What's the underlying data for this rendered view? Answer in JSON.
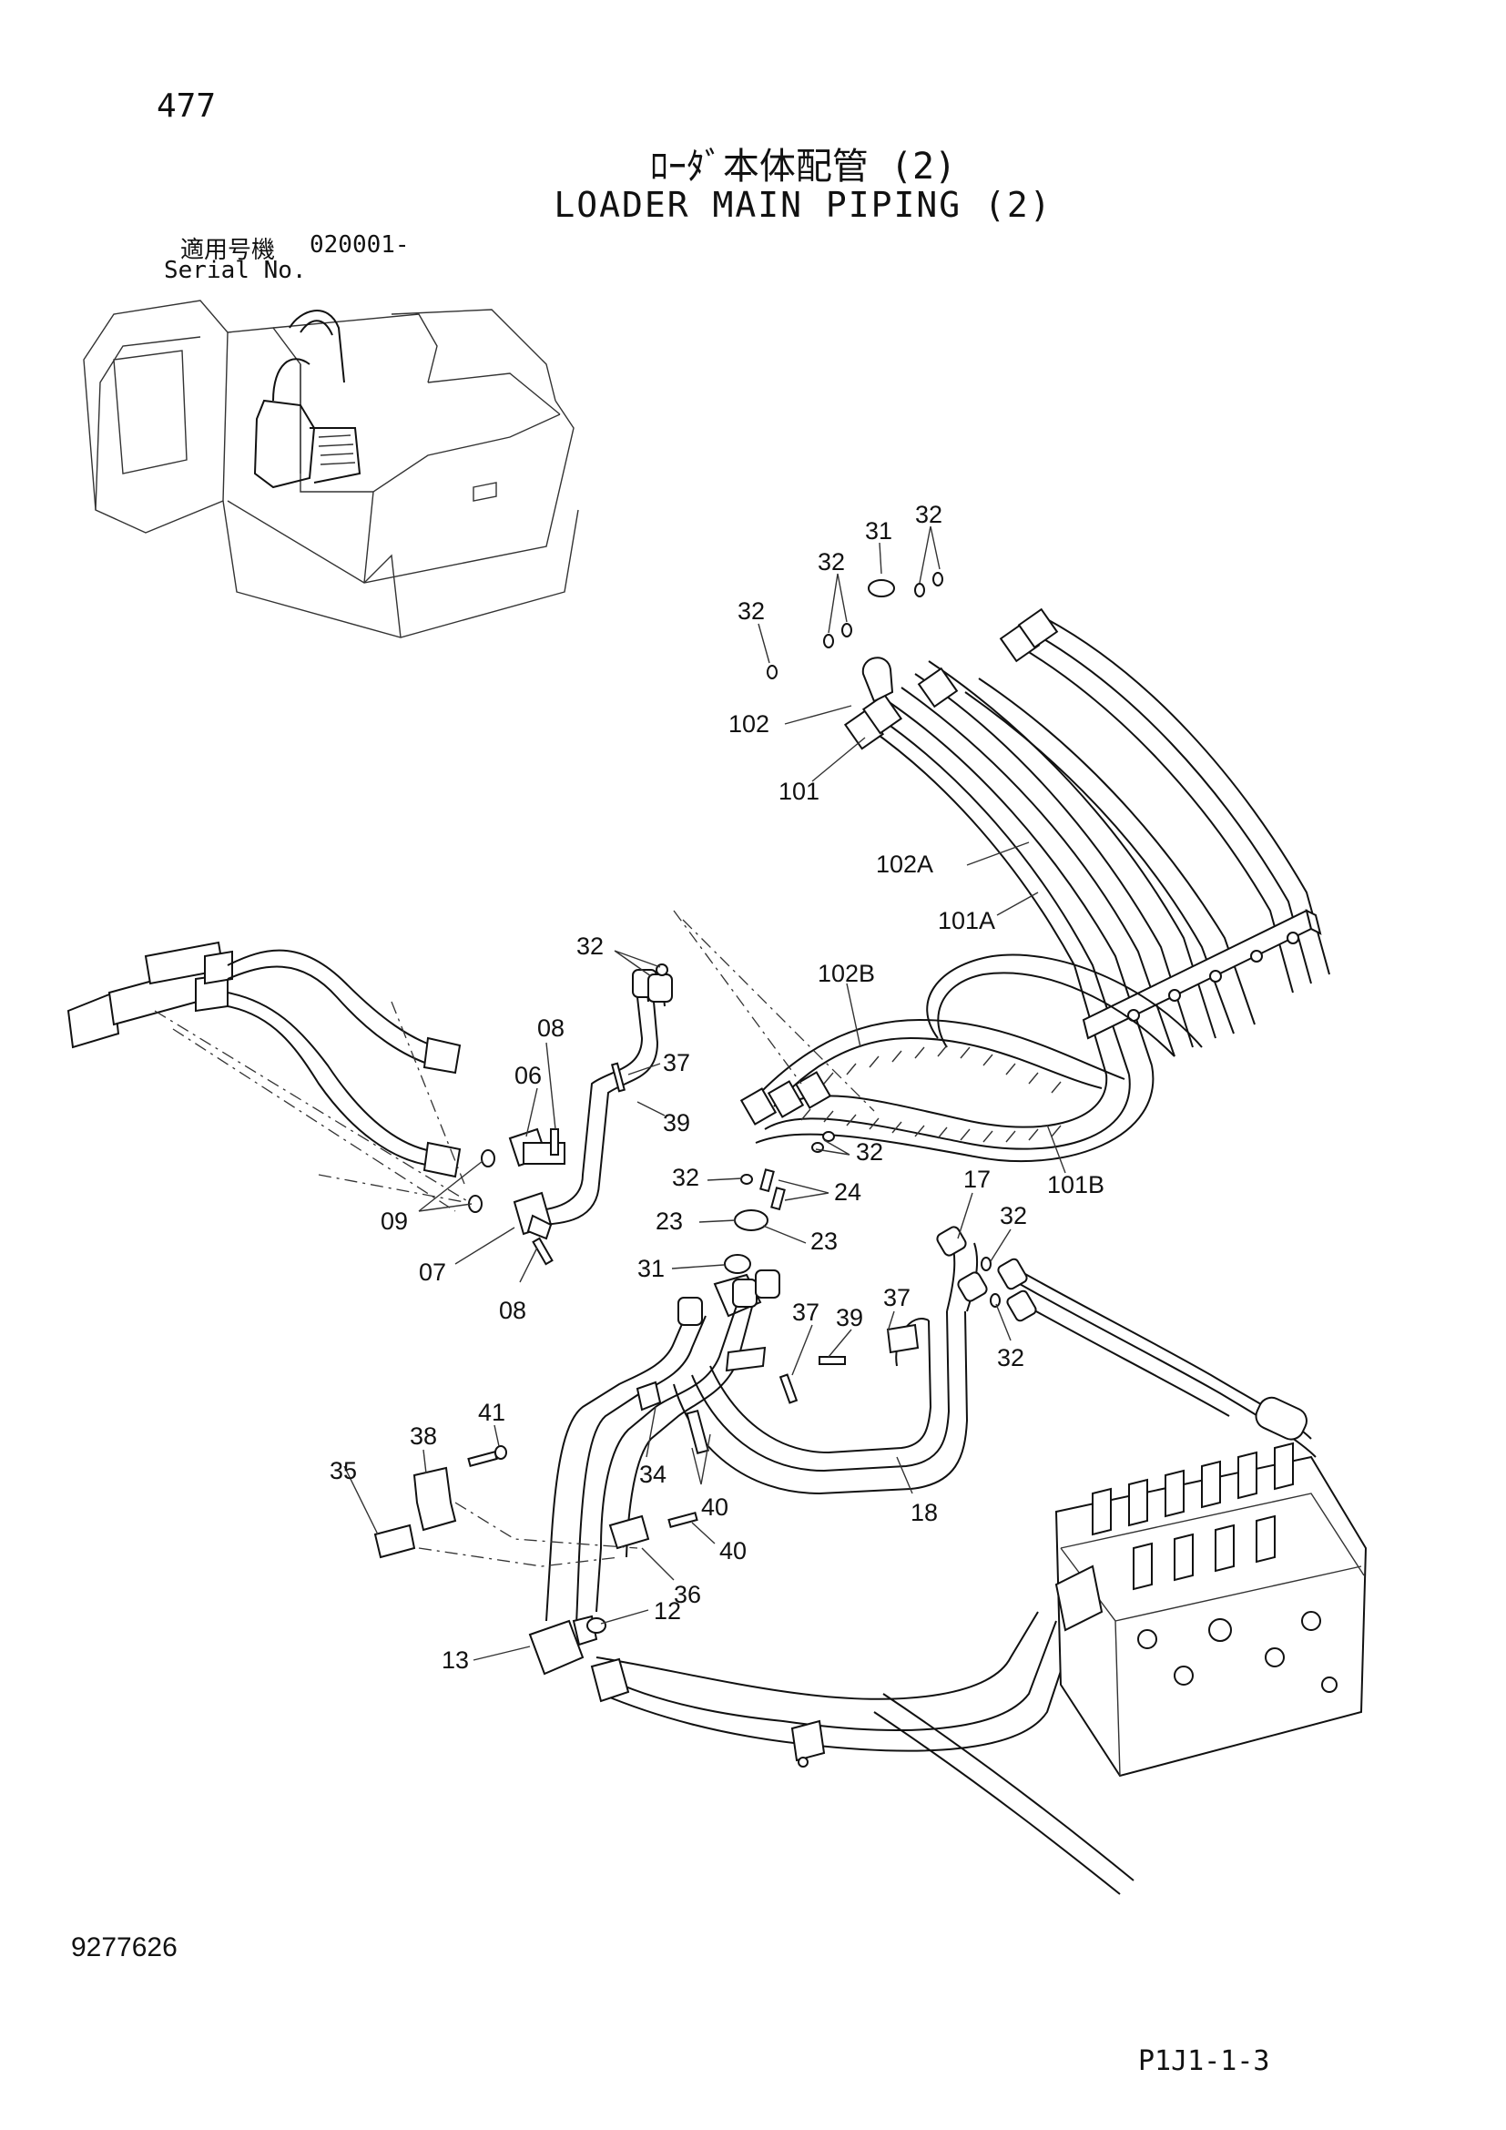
{
  "header": {
    "page_number": "477",
    "title_jp": "ﾛｰﾀﾞ本体配管 (2)",
    "title_en": "LOADER MAIN PIPING (2)",
    "serial_label_jp": "適用号機",
    "serial_value": "020001-",
    "serial_label_en": "Serial No."
  },
  "footer": {
    "doc_number": "9277626",
    "page_code": "P1J1-1-3"
  },
  "callouts": {
    "c31a": "31",
    "c32a": "32",
    "c32b": "32",
    "c32c": "32",
    "c102": "102",
    "c101": "101",
    "c102A": "102A",
    "c101A": "101A",
    "c102B": "102B",
    "c101B": "101B",
    "c32d": "32",
    "c08a": "08",
    "c37a": "37",
    "c06": "06",
    "c39a": "39",
    "c32e": "32",
    "c32f": "32",
    "c24": "24",
    "c09": "09",
    "c23a": "23",
    "c23b": "23",
    "c07": "07",
    "c31b": "31",
    "c08b": "08",
    "c17": "17",
    "c32g": "32",
    "c32h": "32",
    "c37b": "37",
    "c37c": "37",
    "c39b": "39",
    "c41": "41",
    "c38": "38",
    "c35": "35",
    "c34": "34",
    "c40a": "40",
    "c40b": "40",
    "c18": "18",
    "c36": "36",
    "c12": "12",
    "c13": "13"
  }
}
